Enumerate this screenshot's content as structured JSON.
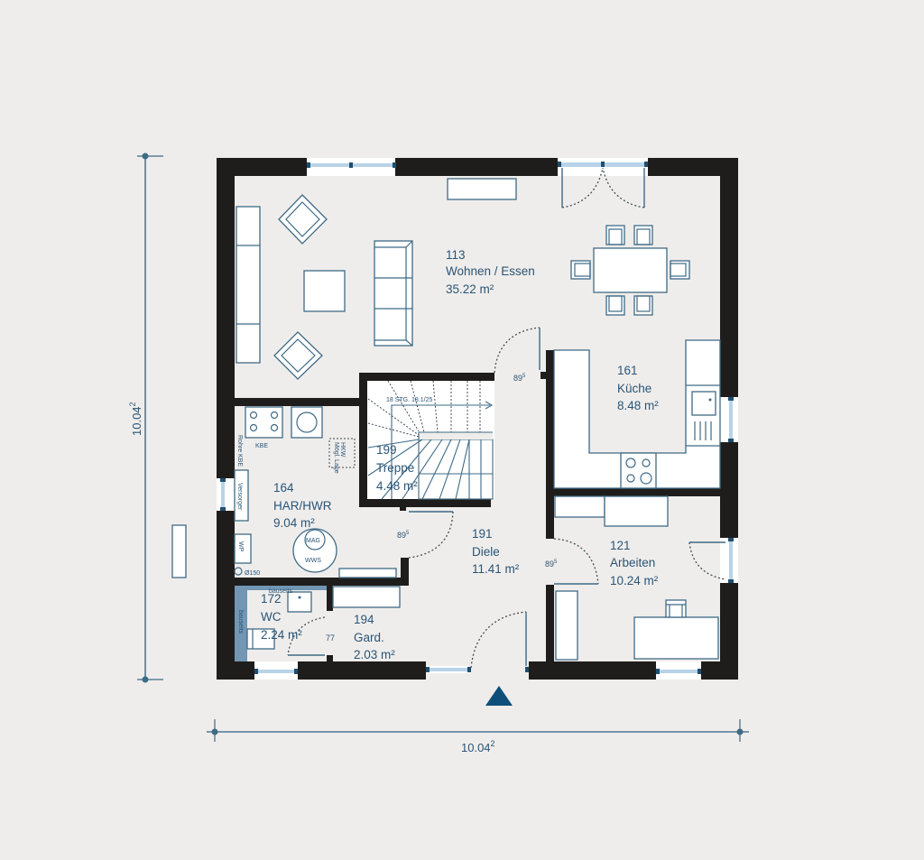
{
  "plan": {
    "colors": {
      "background": "#efedeb",
      "wall": "#1f1d1b",
      "line": "#3e6a86",
      "text": "#2a5577",
      "window_glass": "#b8d3e8",
      "north_arrow": "#0e4e7a",
      "tiled_wall": "#7296b4"
    },
    "rooms": [
      {
        "id": "113",
        "name": "Wohnen / Essen",
        "area": "35.22 m²"
      },
      {
        "id": "161",
        "name": "Küche",
        "area": "8.48 m²"
      },
      {
        "id": "199",
        "name": "Treppe",
        "area": "4.48 m²"
      },
      {
        "id": "164",
        "name": "HAR/HWR",
        "area": "9.04 m²"
      },
      {
        "id": "191",
        "name": "Diele",
        "area": "11.41 m²"
      },
      {
        "id": "121",
        "name": "Arbeiten",
        "area": "10.24 m²"
      },
      {
        "id": "172",
        "name": "WC",
        "area": "2.24 m²"
      },
      {
        "id": "194",
        "name": "Gard.",
        "area": "2.03 m²"
      }
    ],
    "stair_label": "18 STG. 18.1/25",
    "door_widths": {
      "living": {
        "base": "89",
        "sup": "5"
      },
      "har": {
        "base": "89",
        "sup": "5"
      },
      "arbeiten": {
        "base": "89",
        "sup": "5"
      },
      "wc": "77"
    },
    "equipment_labels": {
      "kbe": "KBE",
      "rohre_kbe": "Rohre KBE",
      "versorger": "Versorger",
      "wp": "WP",
      "o150": "Ø150",
      "mag": "MAG",
      "wws": "WWS",
      "hkw_line1": "HKW",
      "hkw_line2": "Mögl. Lage",
      "bauseits_top": "bauseits",
      "bauseits_side": "bauseits"
    },
    "dimensions": {
      "vertical": {
        "base": "10.04",
        "sup": "2"
      },
      "horizontal": {
        "base": "10.04",
        "sup": "2"
      }
    },
    "north_arrow": "north-arrow"
  }
}
